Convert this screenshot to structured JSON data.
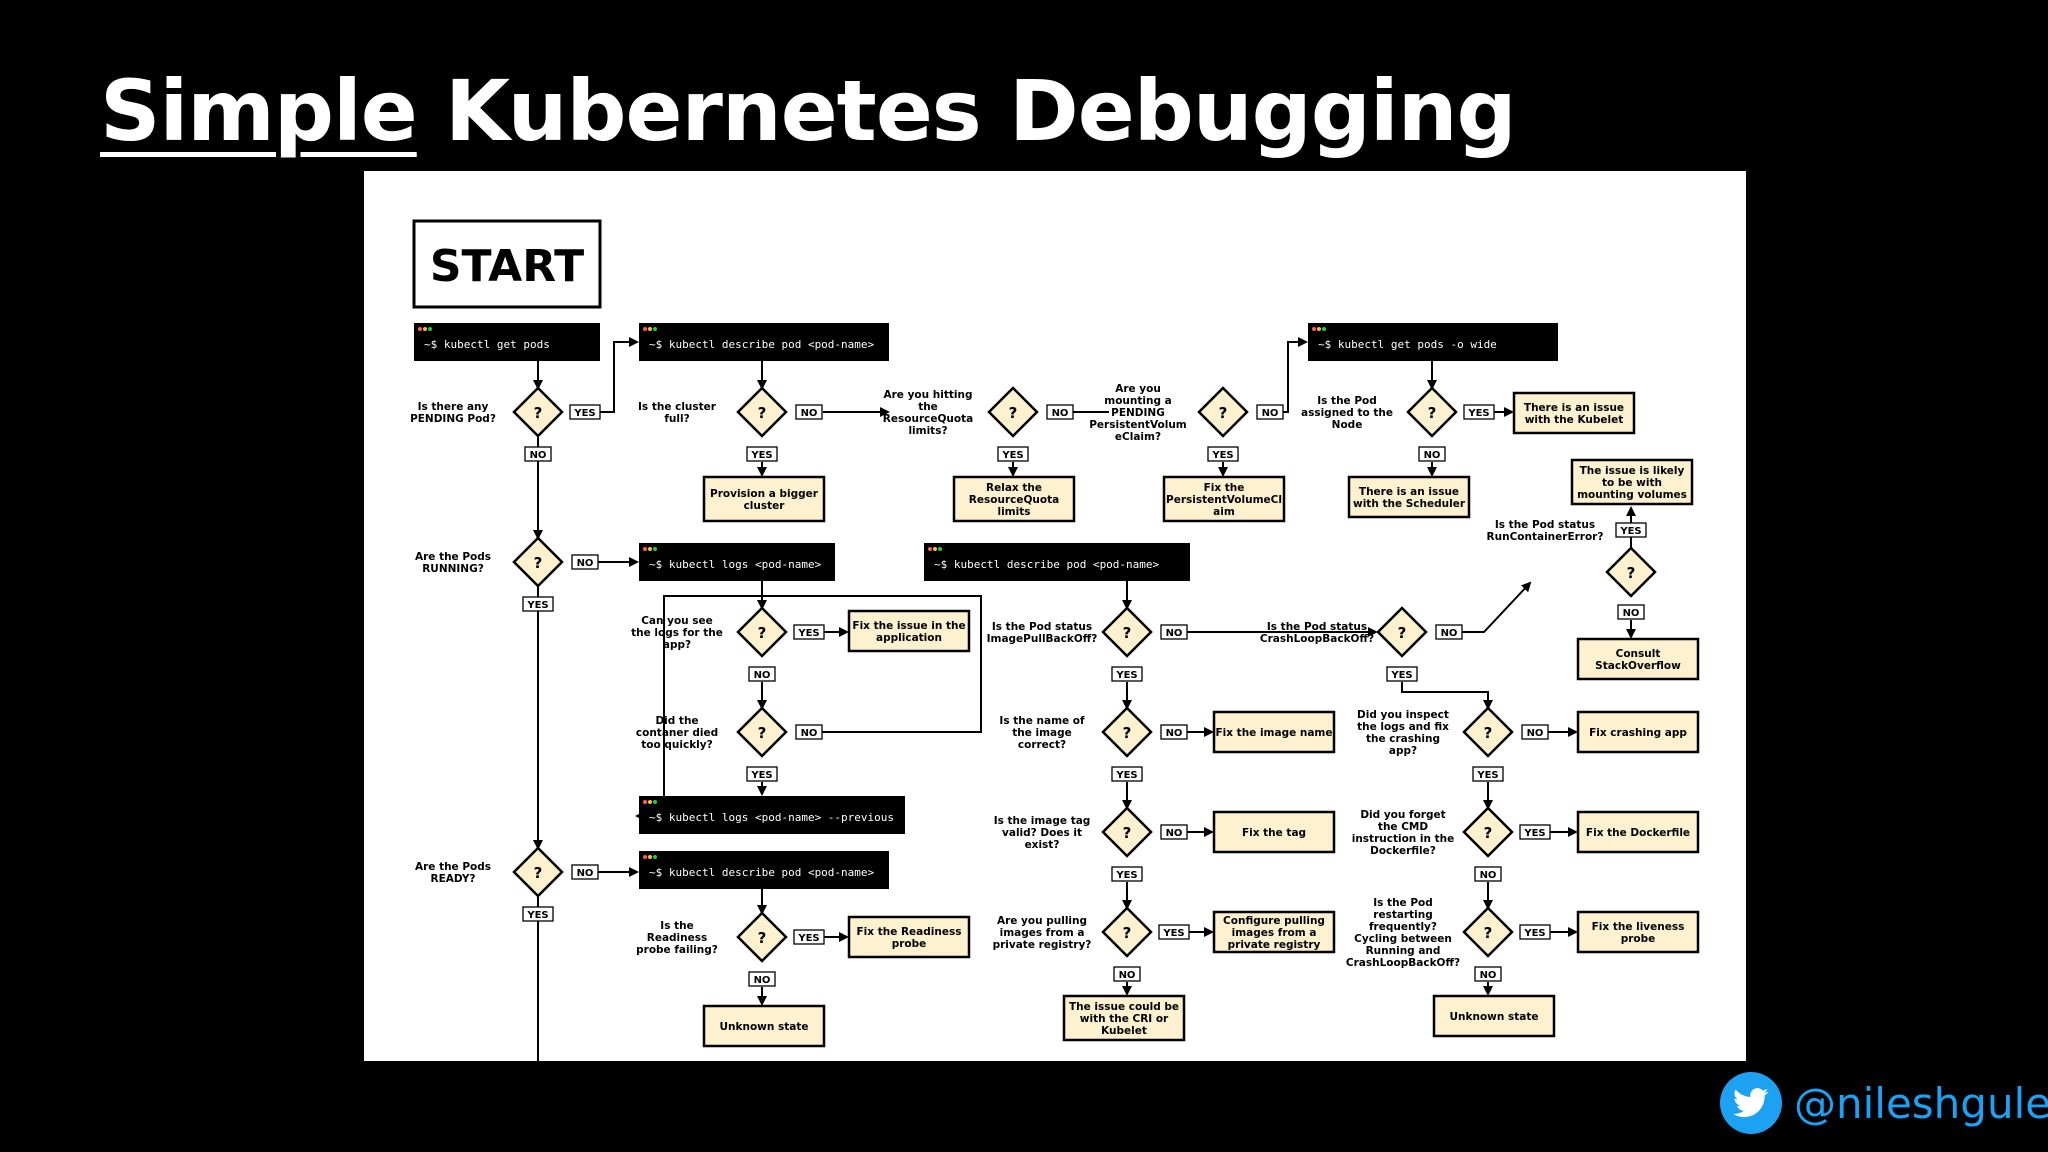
{
  "title": {
    "underlined": "Simple",
    "rest": " Kubernetes Debugging"
  },
  "start": "START",
  "handle": "@nileshgule",
  "colors": {
    "box": "#fdf1cf",
    "term": "#000000",
    "line": "#000000"
  },
  "labels": {
    "yes": "YES",
    "no": "NO",
    "q": "?"
  },
  "terminals": [
    "~$ kubectl get pods",
    "~$ kubectl describe pod <pod-name>",
    "~$ kubectl get pods -o wide",
    "~$ kubectl logs <pod-name>",
    "~$ kubectl describe pod <pod-name>",
    "~$ kubectl logs <pod-name> --previous",
    "~$ kubectl describe pod <pod-name>"
  ],
  "questions": [
    [
      "Is there any",
      "PENDING Pod?"
    ],
    [
      "Is the cluster",
      "full?"
    ],
    [
      "Are you hitting",
      "the",
      "ResourceQuota",
      "limits?"
    ],
    [
      "Are you",
      "mounting a",
      "PENDING",
      "PersistentVolum",
      "eClaim?"
    ],
    [
      "Is the Pod",
      "assigned to the",
      "Node"
    ],
    [
      "Are the Pods",
      "RUNNING?"
    ],
    [
      "Can you see",
      "the logs for the",
      "app?"
    ],
    [
      "Did the",
      "contaner died",
      "too quickly?"
    ],
    [
      "Are the Pods",
      "READY?"
    ],
    [
      "Is the",
      "Readiness",
      "probe failing?"
    ],
    [
      "Is the Pod status",
      "ImagePullBackOff?"
    ],
    [
      "Is the name of",
      "the image",
      "correct?"
    ],
    [
      "Is the image tag",
      "valid? Does it",
      "exist?"
    ],
    [
      "Are you pulling",
      "images from a",
      "private registry?"
    ],
    [
      "Is the Pod status",
      "CrashLoopBackOff?"
    ],
    [
      "Is the Pod status",
      "RunContainerError?"
    ],
    [
      "Did you inspect",
      "the logs and fix",
      "the crashing",
      "app?"
    ],
    [
      "Did you forget",
      "the CMD",
      "instruction in the",
      "Dockerfile?"
    ],
    [
      "Is the Pod",
      "restarting",
      "frequently?",
      "Cycling between",
      "Running and",
      "CrashLoopBackOff?"
    ]
  ],
  "results": [
    [
      "Provision a bigger",
      "cluster"
    ],
    [
      "Relax the",
      "ResourceQuota",
      "limits"
    ],
    [
      "Fix the",
      "PersistentVolumeCl",
      "aim"
    ],
    [
      "There is an issue",
      "with the Kubelet"
    ],
    [
      "There is an issue",
      "with the Scheduler"
    ],
    [
      "The issue is likely",
      "to be with",
      "mounting volumes"
    ],
    [
      "Fix the issue in the",
      "application"
    ],
    [
      "Consult",
      "StackOverflow"
    ],
    [
      "Fix the Readiness",
      "probe"
    ],
    [
      "Unknown state"
    ],
    [
      "Fix the image name"
    ],
    [
      "Fix the tag"
    ],
    [
      "Configure pulling",
      "images from a",
      "private registry"
    ],
    [
      "The issue could be",
      "with the CRI or",
      "Kubelet"
    ],
    [
      "Fix crashing app"
    ],
    [
      "Fix the Dockerfile"
    ],
    [
      "Fix the liveness",
      "probe"
    ],
    [
      "Unknown state"
    ]
  ]
}
